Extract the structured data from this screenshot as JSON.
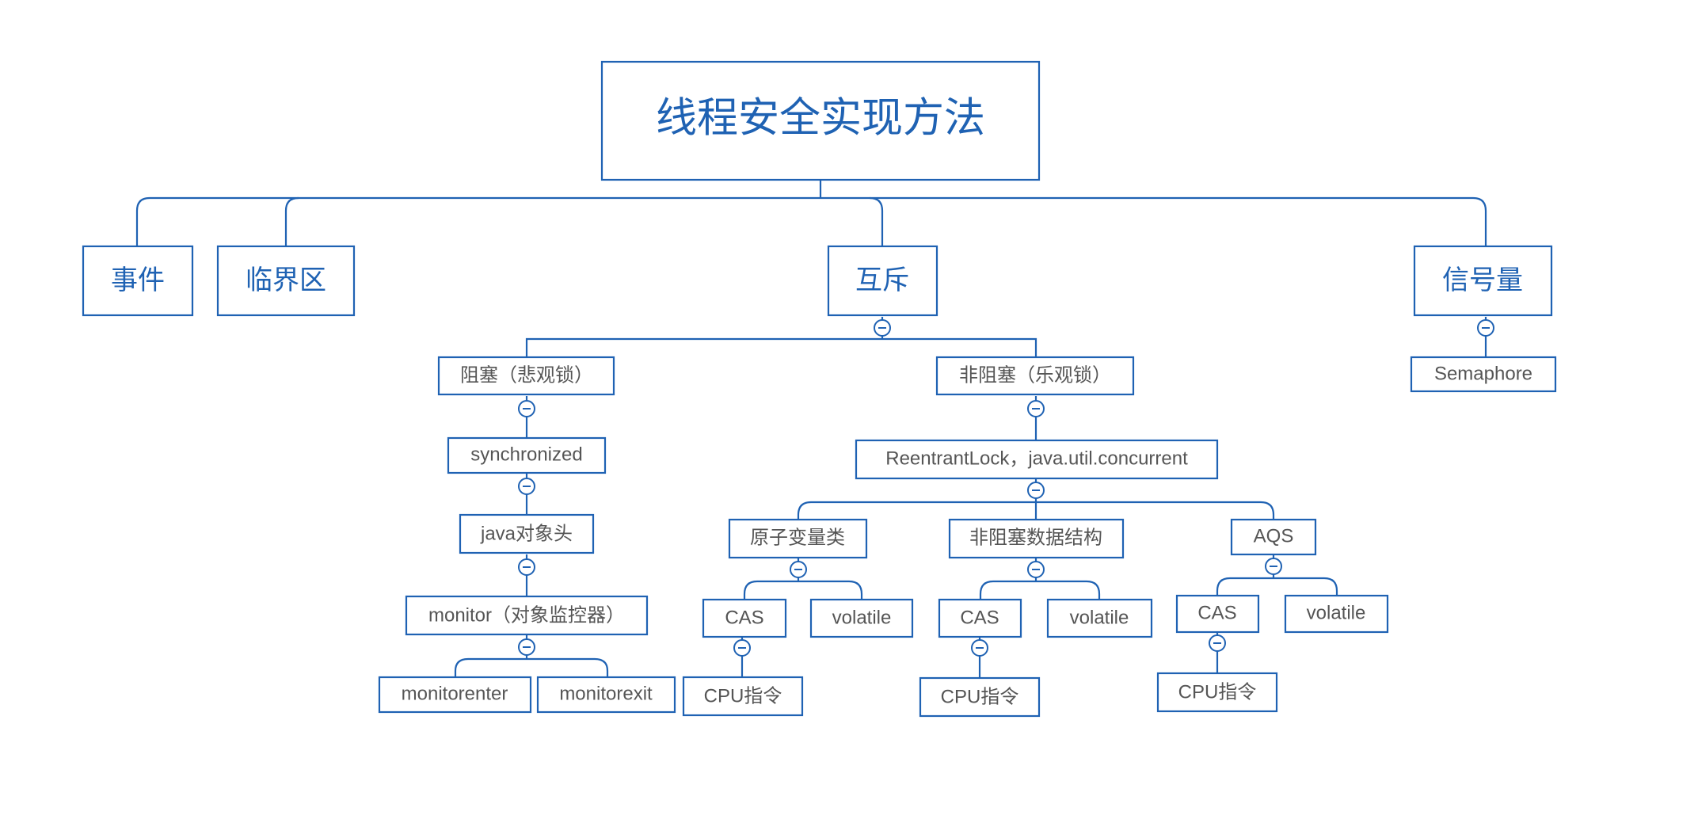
{
  "diagram": {
    "accent_color": "#1f62b3",
    "label_color": "#555555",
    "nodes": {
      "root": "线程安全实现方法",
      "shijian": "事件",
      "linjiequ": "临界区",
      "huchi": "互斥",
      "xinhaoliang": "信号量",
      "semaphore": "Semaphore",
      "zusai": "阻塞（悲观锁）",
      "feizusai": "非阻塞（乐观锁）",
      "synchronized": "synchronized",
      "java_obj_head": "java对象头",
      "monitor": "monitor（对象监控器）",
      "monitorenter": "monitorenter",
      "monitorexit": "monitorexit",
      "reentrantlock": "ReentrantLock，java.util.concurrent",
      "yuanzi": "原子变量类",
      "feizusai_ds": "非阻塞数据结构",
      "aqs": "AQS",
      "cas1": "CAS",
      "volatile1": "volatile",
      "cpu1": "CPU指令",
      "cas2": "CAS",
      "volatile2": "volatile",
      "cpu2": "CPU指令",
      "cas3": "CAS",
      "volatile3": "volatile",
      "cpu3": "CPU指令"
    },
    "collapse_icon": "minus-circle-icon"
  }
}
